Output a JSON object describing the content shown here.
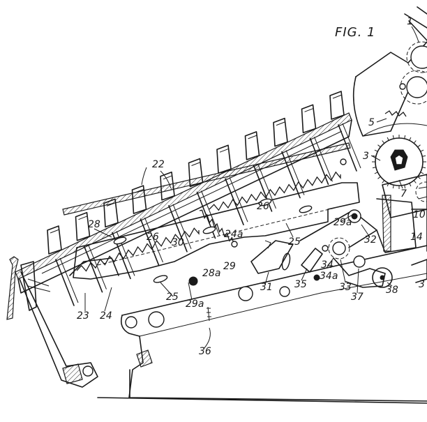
{
  "figure": {
    "title": "FIG. 1"
  },
  "labels": [
    {
      "id": "1",
      "text": "1"
    },
    {
      "id": "3",
      "text": "3"
    },
    {
      "id": "5",
      "text": "5"
    },
    {
      "id": "7",
      "text": "7"
    },
    {
      "id": "10",
      "text": "10"
    },
    {
      "id": "14",
      "text": "14"
    },
    {
      "id": "22",
      "text": "22"
    },
    {
      "id": "23",
      "text": "23"
    },
    {
      "id": "24",
      "text": "24"
    },
    {
      "id": "24a",
      "text": "24a"
    },
    {
      "id": "25a",
      "text": "25"
    },
    {
      "id": "25b",
      "text": "25"
    },
    {
      "id": "26a",
      "text": "26"
    },
    {
      "id": "26b",
      "text": "26"
    },
    {
      "id": "28",
      "text": "28"
    },
    {
      "id": "28a",
      "text": "28a"
    },
    {
      "id": "29",
      "text": "29"
    },
    {
      "id": "29a1",
      "text": "29a"
    },
    {
      "id": "29a2",
      "text": "29a"
    },
    {
      "id": "30",
      "text": "30"
    },
    {
      "id": "31",
      "text": "31"
    },
    {
      "id": "32",
      "text": "32"
    },
    {
      "id": "33",
      "text": "33"
    },
    {
      "id": "34",
      "text": "34"
    },
    {
      "id": "34a",
      "text": "34a"
    },
    {
      "id": "35",
      "text": "35"
    },
    {
      "id": "36",
      "text": "36"
    },
    {
      "id": "37",
      "text": "37"
    },
    {
      "id": "38",
      "text": "38"
    },
    {
      "id": "3x",
      "text": "3"
    }
  ]
}
